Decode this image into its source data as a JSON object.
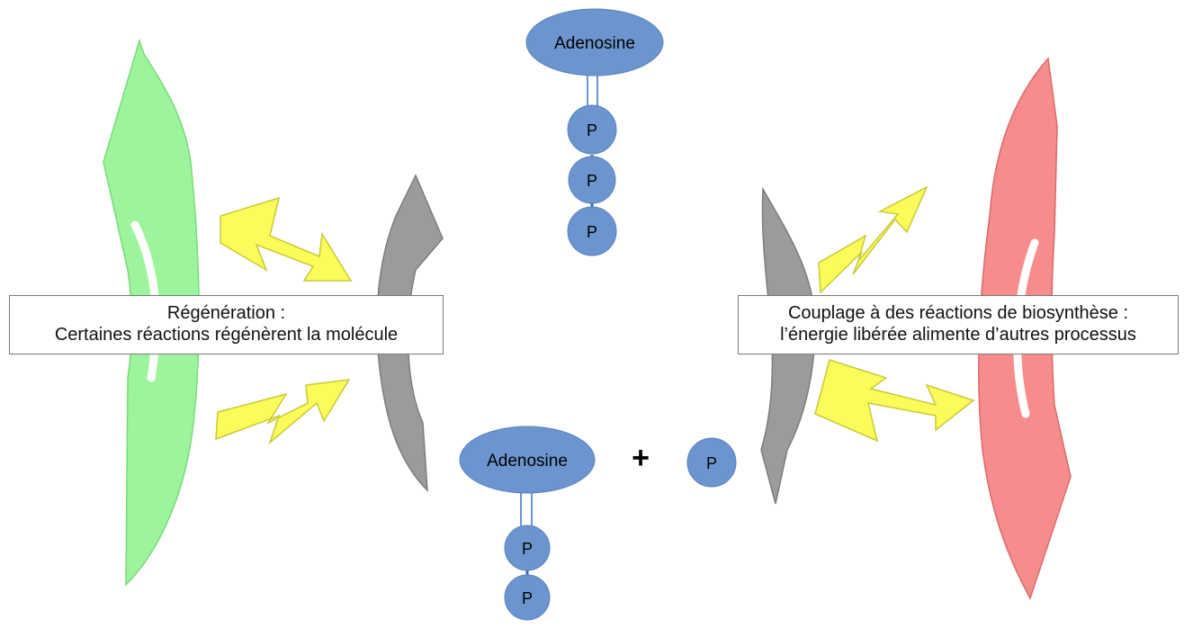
{
  "colors": {
    "regeneration_arrow": "#9cf59c",
    "coupling_arrow": "#f68c8c",
    "enzyme": "#9b9b9b",
    "energy_bolt": "#fbfb5a",
    "energy_bolt_stroke": "#c9c93a",
    "molecule": "#6c95cf",
    "molecule_stroke": "#3f66a3"
  },
  "atp": {
    "adenosine_label": "Adenosine",
    "phosphates": [
      "P",
      "P",
      "P"
    ]
  },
  "adp": {
    "adenosine_label": "Adenosine",
    "phosphates": [
      "P",
      "P"
    ]
  },
  "plus_sign": "+",
  "free_phosphate": "P",
  "regeneration_box": {
    "title": "Régénération :",
    "text": "Certaines réactions régénèrent la molécule"
  },
  "coupling_box": {
    "title": "Couplage à des réactions de biosynthèse :",
    "text": "l’énergie libérée alimente d’autres processus"
  },
  "icons": [
    "green-curved-arrow-icon",
    "red-curved-arrow-icon",
    "gray-enzyme-arrow-icon",
    "lightning-bolt-icon"
  ]
}
